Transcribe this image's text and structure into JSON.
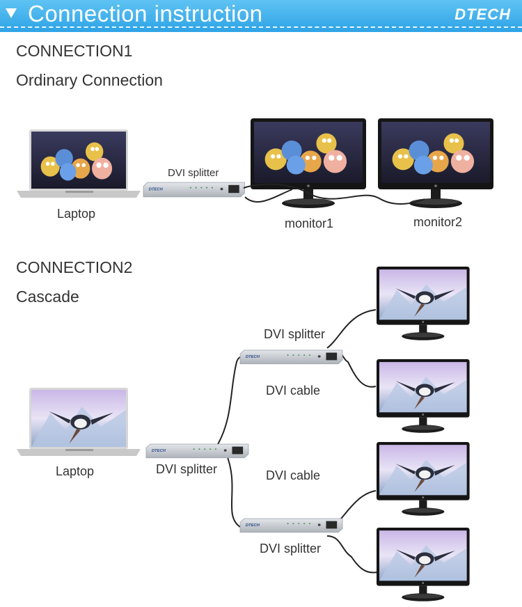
{
  "header": {
    "title": "Connection instruction",
    "logo": "DTECH"
  },
  "connection1": {
    "heading": "CONNECTION1",
    "subheading": "Ordinary Connection",
    "labels": {
      "laptop": "Laptop",
      "splitter": "DVI splitter",
      "monitor1": "monitor1",
      "monitor2": "monitor2"
    }
  },
  "connection2": {
    "heading": "CONNECTION2",
    "subheading": "Cascade",
    "labels": {
      "laptop": "Laptop",
      "splitter_main": "DVI splitter",
      "splitter_top": "DVI splitter",
      "splitter_bottom": "DVI splitter",
      "cable_top": "DVI cable",
      "cable_bottom": "DVI cable"
    }
  },
  "device_brand": "DTECH",
  "colors": {
    "header": "#2ea3e6",
    "text": "#333333",
    "splitter": "#c9cdd3",
    "cable": "#222222"
  }
}
